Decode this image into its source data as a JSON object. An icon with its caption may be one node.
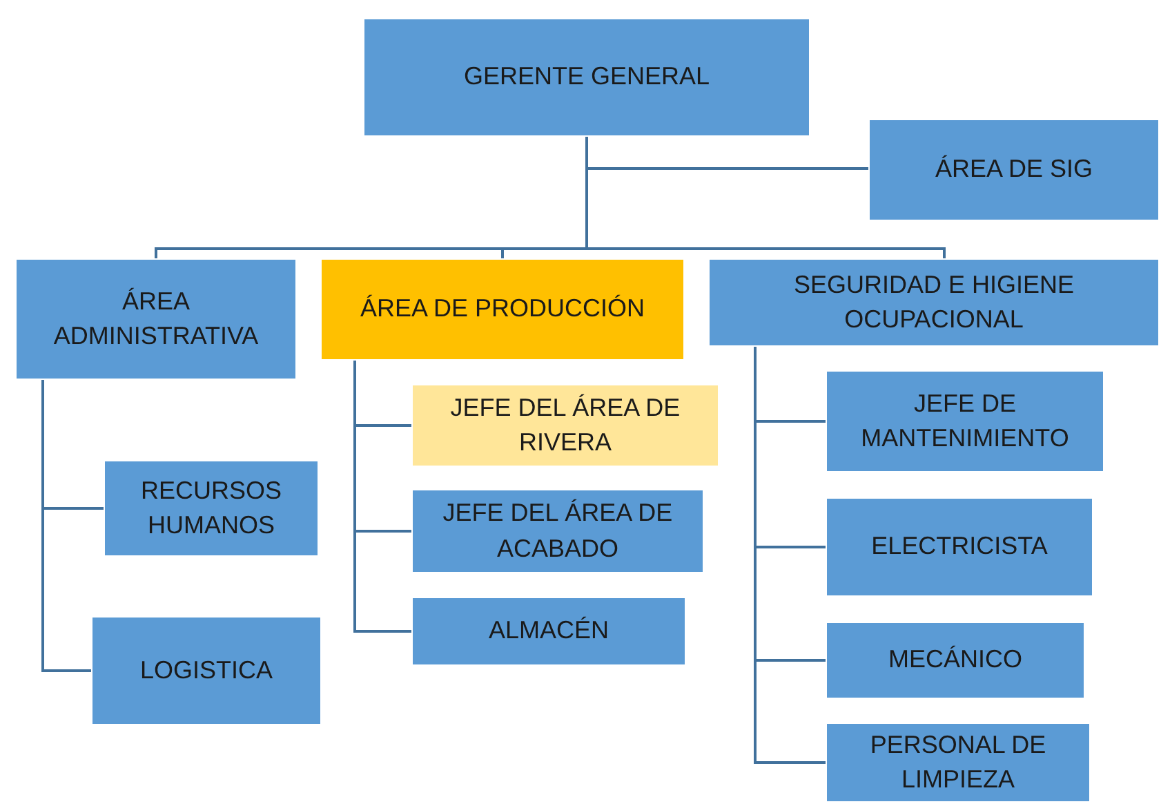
{
  "diagram": {
    "nodes": [
      {
        "text": [
          "GERENTE GENERAL"
        ]
      },
      {
        "text": [
          "ÁREA DE SIG"
        ]
      },
      {
        "text": [
          "ÁREA ADMINISTRATIVA"
        ]
      },
      {
        "text": [
          "ÁREA DE PRODUCCIÓN"
        ]
      },
      {
        "text": [
          "SEGURIDAD E HIGIENE OCUPACIONAL"
        ]
      },
      {
        "text": [
          "RECURSOS HUMANOS"
        ]
      },
      {
        "text": [
          "LOGISTICA"
        ]
      },
      {
        "text": [
          "JEFE DEL ÁREA DE RIVERA"
        ]
      },
      {
        "text": [
          "JEFE DEL ÁREA DE ACABADO"
        ]
      },
      {
        "text": [
          "ALMACÉN"
        ]
      },
      {
        "text": [
          "JEFE DE MANTENIMIENTO"
        ]
      },
      {
        "text": [
          "ELECTRICISTA"
        ]
      },
      {
        "text": [
          "MECÁNICO"
        ]
      },
      {
        "text": [
          "PERSONAL DE LIMPIEZA"
        ]
      }
    ],
    "edges": [
      {
        "from": 0,
        "to": 1,
        "arrow": "none"
      },
      {
        "from": 0,
        "to": 2,
        "arrow": "none"
      },
      {
        "from": 0,
        "to": 3,
        "arrow": "none"
      },
      {
        "from": 0,
        "to": 4,
        "arrow": "none"
      },
      {
        "from": 2,
        "to": 5,
        "arrow": "none"
      },
      {
        "from": 2,
        "to": 6,
        "arrow": "none"
      },
      {
        "from": 3,
        "to": 7,
        "arrow": "none"
      },
      {
        "from": 3,
        "to": 8,
        "arrow": "none"
      },
      {
        "from": 3,
        "to": 9,
        "arrow": "none"
      },
      {
        "from": 4,
        "to": 10,
        "arrow": "none"
      },
      {
        "from": 4,
        "to": 11,
        "arrow": "none"
      },
      {
        "from": 4,
        "to": 12,
        "arrow": "none"
      },
      {
        "from": 4,
        "to": 13,
        "arrow": "none"
      }
    ]
  }
}
